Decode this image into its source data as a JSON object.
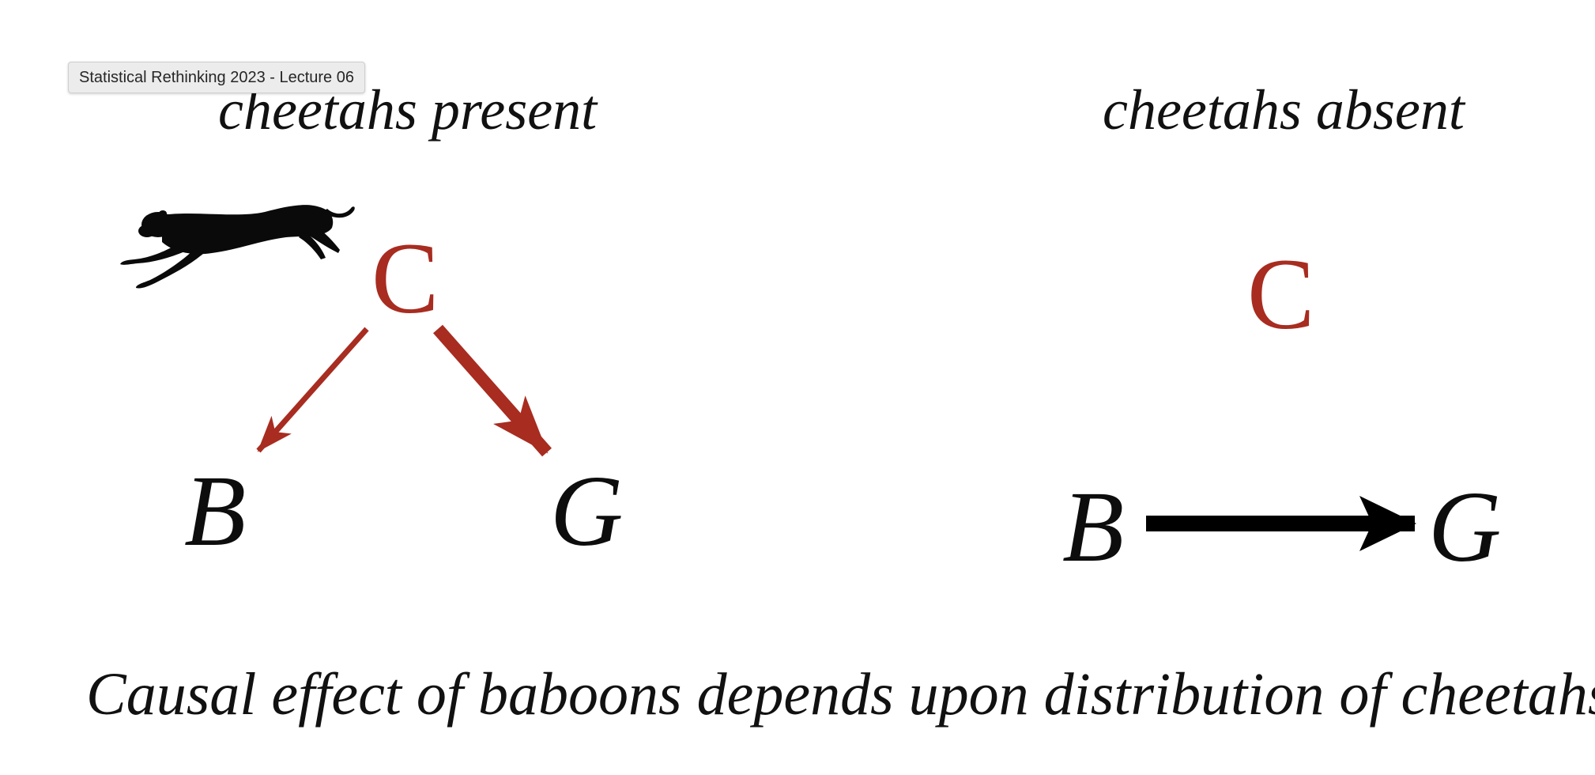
{
  "tooltip": {
    "text": "Statistical Rethinking 2023 - Lecture 06"
  },
  "panels": {
    "left": {
      "title": "cheetahs present",
      "nodes": {
        "c": "C",
        "b": "B",
        "g": "G"
      },
      "edges": [
        {
          "from": "C",
          "to": "B",
          "color": "#a82c20",
          "weight": "thin"
        },
        {
          "from": "C",
          "to": "G",
          "color": "#a82c20",
          "weight": "thick"
        }
      ],
      "icon": "cheetah-silhouette-icon"
    },
    "right": {
      "title": "cheetahs absent",
      "nodes": {
        "c": "C",
        "b": "B",
        "g": "G"
      },
      "edges": [
        {
          "from": "B",
          "to": "G",
          "color": "#000000",
          "weight": "thick"
        }
      ]
    }
  },
  "caption": "Causal effect of baboons depends upon distribution of cheetahs",
  "colors": {
    "cheetah_node": "#a82c20",
    "text": "#111111",
    "background": "#ffffff"
  }
}
